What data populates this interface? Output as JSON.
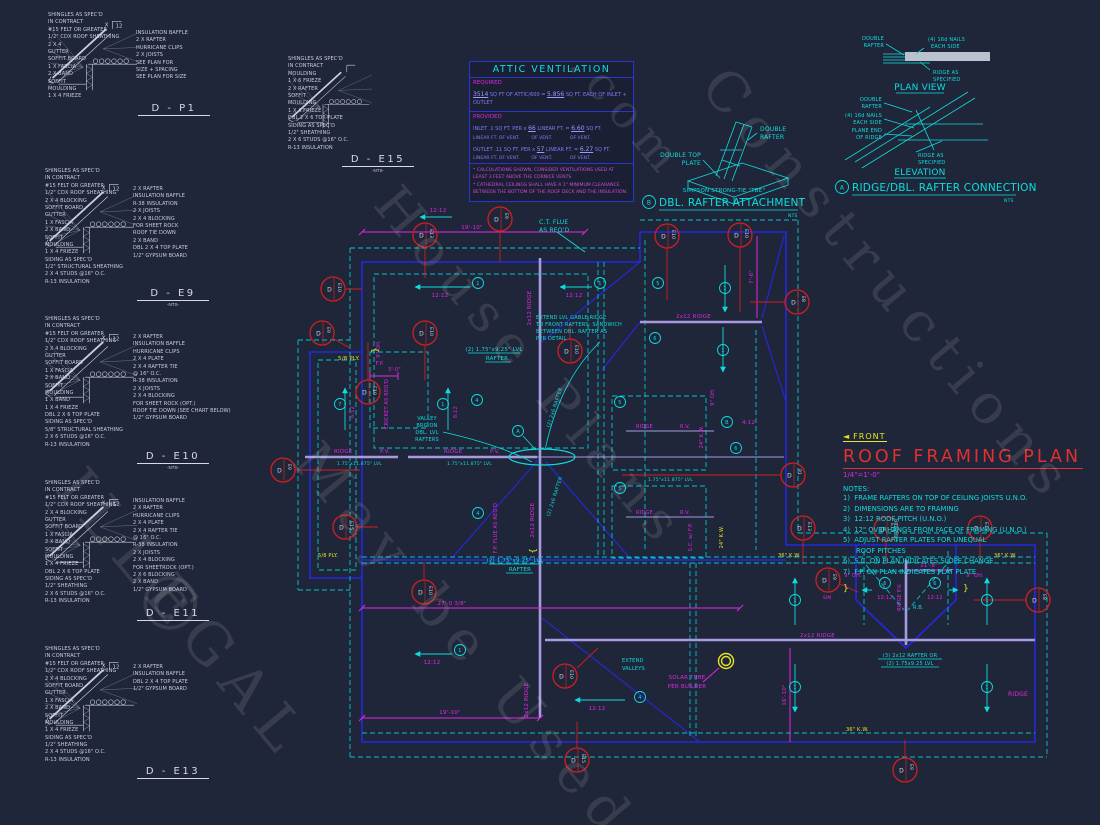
{
  "colors": {
    "background": "#202639",
    "wall_blue": "#2328e0",
    "cyan": "#0cdede",
    "magenta": "#e226e2",
    "ridge_lavender": "#a79ae1",
    "callout_red": "#cf1f1f",
    "yellow": "#e6e622",
    "white_line": "#c9cfdc",
    "table_text": "#7d7df2",
    "title_red": "#e03030"
  },
  "watermark": [
    "ILLEGAL",
    "May be Used",
    "Constructions",
    "House Plans",
    ".com",
    "©"
  ],
  "common": {
    "pitch_num": "12",
    "pitch_x": "X"
  },
  "details": [
    {
      "title": "D - P1",
      "nts": "",
      "left": [
        "SHINGLES AS SPEC'D",
        "IN CONTRACT",
        "#15 FELT OR GREATER",
        "1/2\" CDX ROOF SHEATHING",
        "2 X 4",
        "GUTTER",
        "SOFFIT BOARD",
        "1 X   FASCIA",
        "2 X   BAND",
        "SOFFIT",
        "MOULDING",
        "1 X 4 FRIEZE"
      ],
      "right": [
        "INSULATION BAFFLE",
        "2 X   RAFTER",
        "HURRICANE CLIPS",
        "2 X   JOISTS",
        "SEE PLAN FOR",
        "SIZE + SPACING",
        "SEE PLAN FOR SIZE"
      ]
    },
    {
      "title": "D - E15",
      "nts": "-NTS-",
      "left": [
        "SHINGLES AS SPEC'D",
        "IN CONTRACT",
        "MOULDING",
        "1 X 6 FRIEZE",
        "2 X   RAFTER",
        "SOFFIT",
        "MOULDING",
        "1 X 4 FRIEZE",
        "DBL 2 X 6 TOP PLATE",
        "SIDING AS SPEC'D",
        "1/2\" SHEATHING",
        "2 X 6 STUDS @16\" O.C.",
        "R-13 INSULATION"
      ],
      "right": []
    },
    {
      "title": "D - E9",
      "nts": "-NTS-",
      "left": [
        "SHINGLES AS SPEC'D",
        "IN CONTRACT",
        "#15 FELT OR GREATER",
        "1/2\" CDX ROOF SHEATHING",
        "2 X 4 BLOCKING",
        "SOFFIT BOARD",
        "GUTTER",
        "1 X   FASCIA",
        "2 X   BAND",
        "SOFFIT",
        "MOULDING",
        "1 X 4 FRIEZE",
        "SIDING AS SPEC'D",
        "1/2\" STRUCTURAL SHEATHING",
        "2 X 4 STUDS @16\" O.C.",
        "R-13 INSULATION"
      ],
      "right": [
        "2 X   RAFTER",
        "INSULATION BAFFLE",
        "R-38 INSULATION",
        "2 X   JOISTS",
        "2 X 4 BLOCKING",
        "FOR SHEET ROCK",
        "ROOF TIE DOWN",
        "2 X   BAND",
        "DBL 2 X 4 TOP PLATE",
        "1/2\" GYPSUM BOARD"
      ]
    },
    {
      "title": "D - E10",
      "nts": "-NTS-",
      "left": [
        "SHINGLES AS SPEC'D",
        "IN CONTRACT",
        "#15 FELT OR GREATER",
        "1/2\" CDX ROOF SHEATHING",
        "2 X 4 BLOCKING",
        "GUTTER",
        "SOFFIT BOARD",
        "1 X   FASCIA",
        "2 X   BAND",
        "SOFFIT",
        "MOULDING",
        "1 X   BAND",
        "1 X 4 FRIEZE",
        "DBL 2 X 6 TOP PLATE",
        "SIDING AS SPEC'D",
        "5/8\" STRUCTURAL SHEATHING",
        "2 X 6 STUDS @16\" O.C.",
        "R-13 INSULATION"
      ],
      "right": [
        "2 X   RAFTER",
        "INSULATION BAFFLE",
        "HURRICANE CLIPS",
        "2 X 4 PLATE",
        "2 X 4 RAFTER TIE",
        "@ 16\" O.C.",
        "R-38 INSULATION",
        "2 X   JOISTS",
        "2 X 4 BLOCKING",
        "FOR SHEET ROCK (OPT.)",
        "ROOF TIE DOWN (SEE CHART BELOW)",
        "1/2\" GYPSUM BOARD"
      ]
    },
    {
      "title": "D - E11",
      "nts": "-NTS-",
      "left": [
        "SHINGLES AS SPEC'D",
        "IN CONTRACT",
        "#15 FELT OR GREATER",
        "1/2\" CDX ROOF SHEATHING",
        "2 X 4 BLOCKING",
        "GUTTER",
        "SOFFIT BOARD",
        "1 X   FASCIA",
        "2 X   BAND",
        "SOFFIT",
        "MOULDING",
        "1 X 4 FRIEZE",
        "DBL 2 X 6 TOP PLATE",
        "SIDING AS SPEC'D",
        "1/2\" SHEATHING",
        "2 X 6 STUDS @16\" O.C.",
        "R-13 INSULATION"
      ],
      "right": [
        "INSULATION BAFFLE",
        "2 X   RAFTER",
        "HURRICANE CLIPS",
        "2 X 4 PLATE",
        "2 X 4 RAFTER TIE",
        "@ 16\" O.C.",
        "R-38 INSULATION",
        "2 X   JOISTS",
        "2 X 4 BLOCKING",
        "FOR SHEETROCK (OPT.)",
        "2 X 6 BLOCKING",
        "2 X   BAND",
        "1/2\" GYPSUM BOARD"
      ]
    },
    {
      "title": "D - E13",
      "nts": "",
      "left": [
        "SHINGLES AS SPEC'D",
        "IN CONTRACT",
        "#15 FELT OR GREATER",
        "1/2\" CDX ROOF SHEATHING",
        "2 X 4 BLOCKING",
        "SOFFIT BOARD",
        "GUTTER",
        "1 X   FASCIA",
        "2 X   BAND",
        "SOFFIT",
        "MOULDING",
        "1 X 4 FRIEZE",
        "SIDING AS SPEC'D",
        "1/2\" SHEATHING",
        "2 X 4 STUDS @16\" O.C.",
        "R-13 INSULATION"
      ],
      "right": [
        "2 X   RAFTER",
        "INSULATION BAFFLE",
        "DBL 2 X 4 TOP PLATE",
        "1/2\" GYPSUM BOARD"
      ]
    }
  ],
  "attic": {
    "title": "ATTIC VENTILATION",
    "required_label": "REQUIRED",
    "provided_label": "PROVIDED",
    "req": {
      "n1": "3514",
      "mid": "SQ FT OF ATTIC/600 =",
      "n2": "5.856",
      "tail": "SQ FT. EACH OF INLET + OUTLET"
    },
    "inlet": {
      "a": "INLET",
      "b": ".1  SQ FT. PER x",
      "n1": "66",
      "c": "LINEAR FT.  =",
      "n2": "6.60",
      "d": "SQ FT.",
      "sub": "LINEAR FT. OF VENT.        OF VENT.            OF VENT."
    },
    "outlet": {
      "a": "OUTLET",
      "b": ".11  SQ FT. PER x",
      "n1": "57",
      "c": "LINEAR FT.  =",
      "n2": "6.27",
      "d": "SQ FT.",
      "sub": "LINEAR FT. OF VENT.        OF VENT.            OF VENT."
    },
    "notes": [
      "* CALCULATIONS SHOWN, CONSIDER VENTILATIONS USED AT LEAST 3 FEET ABOVE THE CORNICE VENTS",
      "* CATHEDRAL CEILINGS SHALL HAVE A 1\" MINIMUM CLEARANCE BETWEEN THE BOTTOM OF THE ROOF DECK AND THE INSULATION."
    ]
  },
  "ridge_conn": {
    "bubble": "A",
    "title": "RIDGE/DBL. RAFTER CONNECTION",
    "nts": "NTS",
    "plan_title": "PLAN VIEW",
    "elev_title": "ELEVATION",
    "l1a": "DOUBLE",
    "l1b": "RAFTER",
    "l2a": "(4) 16d NAILS",
    "l2b": "EACH SIDE",
    "l3a": "RIDGE AS",
    "l3b": "SPECIFIED",
    "l4a": "PLANE END",
    "l4b": "OF RIDGE"
  },
  "strong_tie": {
    "bubble": "B",
    "title": "DBL. RAFTER ATTACHMENT",
    "nts": "NTS",
    "caption": "SIMPSON STRONG-TIE \"TBE\"",
    "l1a": "DOUBLE",
    "l1b": "RAFTER",
    "l2a": "DOUBLE TOP",
    "l2b": "PLATE"
  },
  "titleblock": {
    "front": "FRONT",
    "title": "ROOF FRAMING PLAN",
    "scale": "1/4\"=1'-0\"",
    "notes_label": "NOTES:",
    "notes": [
      "1)  FRAME RAFTERS ON TOP OF CEILING JOISTS U.N.O.",
      "2)  DIMENSIONS ARE TO FRAMING",
      "3)  12:12 ROOF PITCH (U.N.O.)",
      "4)  12\" OVERHANGS FROM FACE OF FRAMING (U.N.O.)",
      "5)  ADJUST RAFTER PLATES FOR UNEQUAL",
      "      ROOF PITCHES",
      "6)  S.C. ON PLAN INDICATES SLOPE CHANGE",
      "7)  F.P. ON PLAN INDICATES FLAT PLATE"
    ]
  },
  "plan": {
    "bubble_prefix": "D",
    "brace": "}",
    "bubbles": [
      "E10",
      "E9",
      "E13",
      "E9",
      "E10",
      "E10",
      "E8",
      "E10",
      "E10",
      "E15",
      "E10",
      "P1",
      "E8",
      "E9",
      "E13",
      "E13",
      "E13",
      "E10",
      "E15",
      "E9",
      "E9",
      "E10"
    ],
    "nums": [
      "1",
      "1",
      "5",
      "1",
      "6",
      "1",
      "7",
      "1",
      "4",
      "4",
      "A",
      "B",
      "6",
      "5",
      "5",
      "1",
      "4",
      "6",
      "6",
      "1",
      "1",
      "1",
      "1"
    ],
    "pitches": [
      "12:12",
      "12:12",
      "6:12",
      "6:12",
      "4:12",
      "12:12",
      "12:12",
      "12:12",
      "12:12",
      "12:12"
    ],
    "labels": [
      "19'-10\"",
      "7'-6\"",
      "27'-0 3/8\"",
      "19'-10\"",
      "16'-10\"",
      "11'-8\"",
      "9\" OH.",
      "9\" OH.",
      "9\" OH.",
      "9\" OH.",
      "3'-0\"",
      "F.P.",
      "CRICKET AS REQ'D",
      "F.P. FLUE AS REQ'D",
      "C.T. FLUE",
      "AS REQ'D",
      "EXTEND LVL GABLE RIDGE",
      "TO FRONT RAFTERS: SANDWICH",
      "BETWEEN DBL. RAFTER AS",
      "PER DETAIL",
      "(2) 1.75\"x9.25\" LVL",
      "RAFTER",
      "(2) 1.75\"x9.25\" LVL",
      "RAFTER",
      "VALLEY",
      "BRG ON",
      "DBL. LVL",
      "RAFTERS",
      "(2) 2x6 RAFTER",
      "(2) 2x6 RAFTER",
      "RIDGE",
      "P.V.",
      "1.75\"x11.875\" LVL",
      "RIDGE",
      "P.V.",
      "1.75\"x11.875\" LVL",
      "RIDGE",
      "R.V.",
      "RIDGE",
      "R.V.",
      "1.75\"x11.875\" LVL",
      "2x12 RIDGE",
      "2x12 RIDGE",
      "2x12 RIDGE",
      "2x12 RIDGE",
      "2x12 RIDGE",
      "RIDGE P.V.",
      "R.B.",
      "(3) 2x12 RAFTER OR",
      "(2) 1.75x9.25 LVL",
      "EXTEND",
      "VALLEYS",
      "SOLAR TUBE",
      "PER BUILDER",
      "RIDGE",
      "5/8 PLY.",
      "5/8 PLY.",
      "36\" K.W.",
      "36\" K.W.",
      "36\" K.W.",
      "24\" K.W.",
      "24\" K.W.",
      "S.C. w/ F.P.",
      "DORMER",
      "SIM."
    ]
  }
}
